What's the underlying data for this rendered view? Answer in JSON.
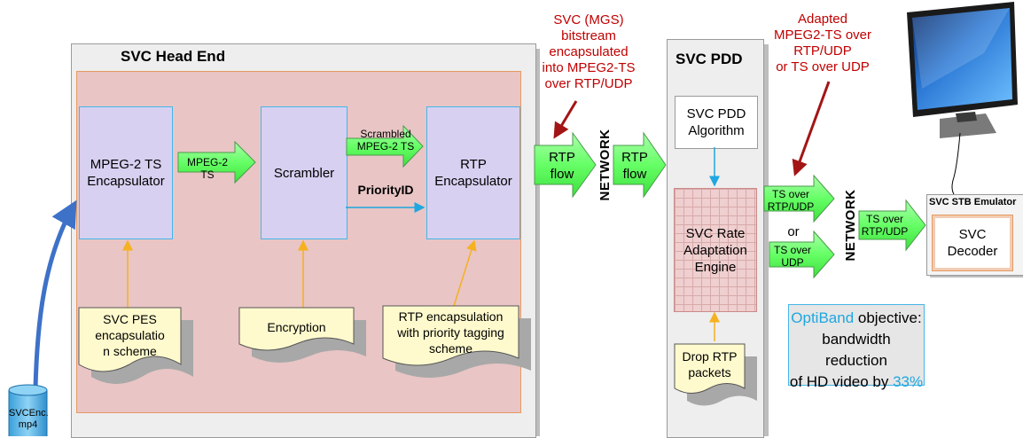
{
  "colors": {
    "green_arrow": "#66ff66",
    "red_annotation": "#c00000",
    "blue_accent": "#1ea7e0",
    "pink_area": "#e9c5c5",
    "lavender_block": "#d7d0f0",
    "note_yellow": "#fffacd"
  },
  "head_end": {
    "title": "SVC Head End",
    "mpeg_encapsulator": "MPEG-2 TS\nEncapsulator",
    "scrambler": "Scrambler",
    "rtp_encapsulator": "RTP\nEncapsulator",
    "arrow_mpeg2ts": "MPEG-2 TS",
    "arrow_scrambled": "Scrambled\nMPEG-2 TS",
    "priority_label": "PriorityID",
    "note_pes": "SVC PES\nencapsulatio\nn scheme",
    "note_encryption": "Encryption",
    "note_rtp": "RTP encapsulation\nwith priority tagging\nscheme"
  },
  "file_label": "SVCEnc.\nmp4",
  "flow_arrow_1": "RTP\nflow",
  "flow_arrow_2": "RTP\nflow",
  "network_1": "NETWORK",
  "network_2": "NETWORK",
  "annotation_left": "SVC (MGS)\nbitstream\nencapsulated\ninto MPEG2-TS\nover RTP/UDP",
  "annotation_right": "Adapted\nMPEG2-TS over\nRTP/UDP\nor TS over UDP",
  "pdd": {
    "title": "SVC PDD",
    "algorithm": "SVC PDD\nAlgorithm",
    "engine": "SVC Rate\nAdaptation\nEngine",
    "note_drop": "Drop RTP\npackets"
  },
  "out_arrow_top": "TS over\nRTP/UDP",
  "out_or": "or",
  "out_arrow_bottom": "TS over\nUDP",
  "out_arrow_final": "TS over\nRTP/UDP",
  "stb": {
    "title": "SVC STB Emulator",
    "decoder": "SVC\nDecoder"
  },
  "objective": {
    "brand": "OptiBand",
    "line1_rest": " objective:",
    "line2": "bandwidth reduction",
    "line3_prefix": "of HD video by ",
    "percent": "33%"
  }
}
